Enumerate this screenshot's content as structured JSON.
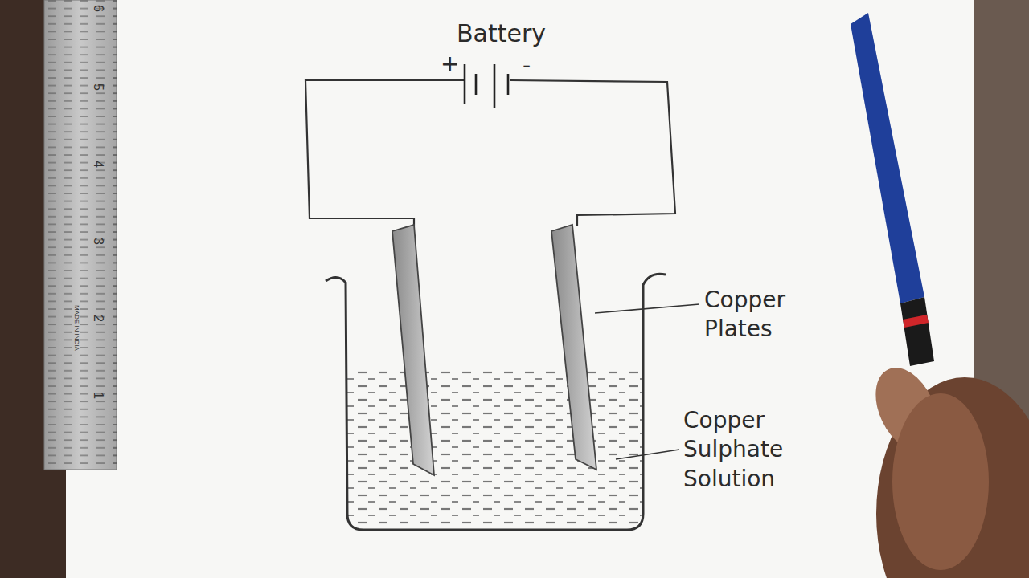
{
  "diagram": {
    "labels": [
      "Battery",
      "+",
      "-",
      "Copper Plates",
      "Copper Sulphate Solution",
      "6",
      "5",
      "4",
      "3",
      "2",
      "1",
      "MADE IN INDIA"
    ]
  }
}
